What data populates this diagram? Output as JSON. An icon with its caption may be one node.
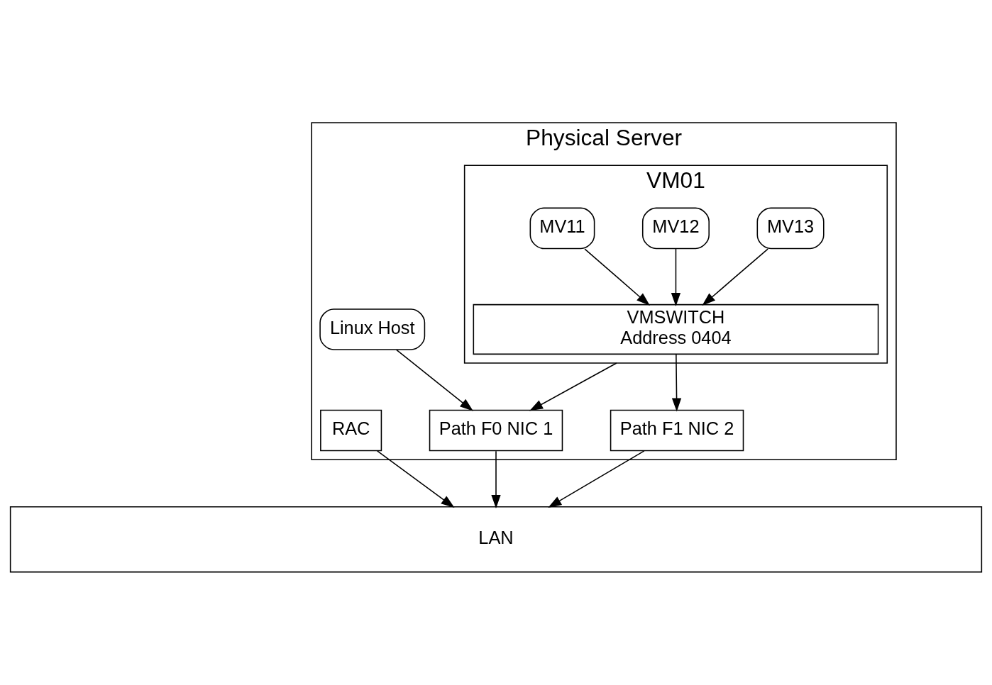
{
  "diagram": {
    "nodes": [
      {
        "text": [
          "Physical Server"
        ]
      },
      {
        "text": [
          "Linux Host"
        ],
        "in": 0
      },
      {
        "text": [
          "VM01"
        ],
        "in": 0
      },
      {
        "text": [
          "MV11"
        ],
        "in": 2
      },
      {
        "text": [
          "MV12"
        ],
        "in": 2
      },
      {
        "text": [
          "MV13"
        ],
        "in": 2
      },
      {
        "text": [
          "VMSWITCH",
          "Address 0404"
        ],
        "in": 2
      },
      {
        "text": [
          "RAC"
        ],
        "in": 0
      },
      {
        "text": [
          "Path F0 NIC 1"
        ],
        "in": 0
      },
      {
        "text": [
          "Path F1 NIC 2"
        ],
        "in": 0
      },
      {
        "text": [
          "LAN"
        ]
      }
    ],
    "edges": [
      {
        "from": 3,
        "to": 6,
        "arrow": "to"
      },
      {
        "from": 4,
        "to": 6,
        "arrow": "to"
      },
      {
        "from": 5,
        "to": 6,
        "arrow": "to"
      },
      {
        "from": 1,
        "to": 8,
        "arrow": "to"
      },
      {
        "from": 2,
        "to": 8,
        "arrow": "to"
      },
      {
        "from": 6,
        "to": 9,
        "arrow": "to"
      },
      {
        "from": 7,
        "to": 10,
        "arrow": "to"
      },
      {
        "from": 8,
        "to": 10,
        "arrow": "to"
      },
      {
        "from": 9,
        "to": 10,
        "arrow": "to"
      }
    ]
  }
}
